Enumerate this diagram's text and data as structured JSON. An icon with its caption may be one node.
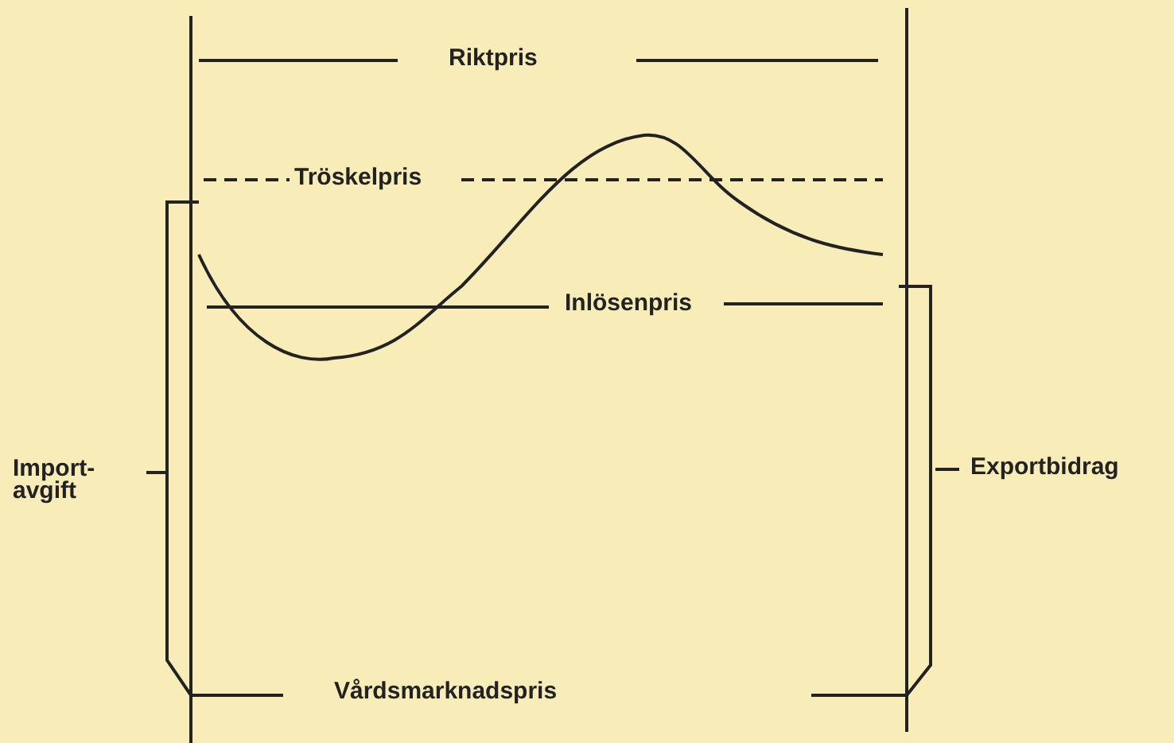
{
  "diagram": {
    "labels": [
      "Riktpris",
      "Tröskelpris",
      "Inlösenpris",
      "Import- avgift",
      "Exportbidrag",
      "Vårdsmarknadspris"
    ]
  }
}
